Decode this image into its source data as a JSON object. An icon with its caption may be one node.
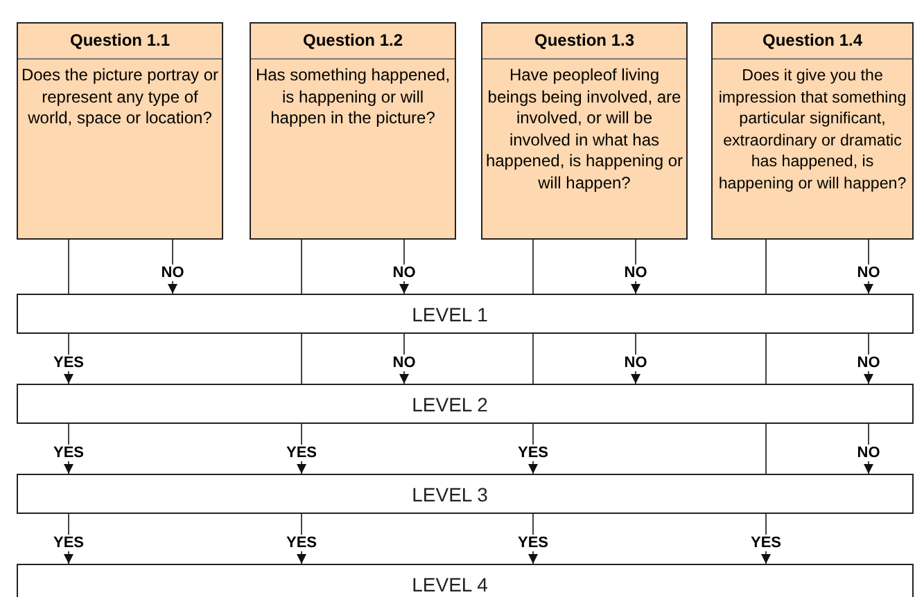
{
  "diagram": {
    "nodes": [
      {
        "text": [
          "Question 1.1",
          "Does the picture portray or represent any type of world, space or location?"
        ]
      },
      {
        "text": [
          "Question 1.2",
          "Has something happened, is happening or will happen in the picture?"
        ]
      },
      {
        "text": [
          "Question 1.3",
          "Have peopleof living beings being involved, are involved, or will be involved in what has happened, is happening or will happen?"
        ]
      },
      {
        "text": [
          "Question 1.4",
          "Does it give you the impression that something particular significant, extraordinary or dramatic has happened, is happening or will happen?"
        ]
      },
      {
        "text": [
          "LEVEL 1"
        ]
      },
      {
        "text": [
          "LEVEL 2"
        ]
      },
      {
        "text": [
          "LEVEL 3"
        ]
      },
      {
        "text": [
          "LEVEL 4"
        ]
      }
    ],
    "edges": [
      {
        "from": 0,
        "to": 4,
        "arrow": "none"
      },
      {
        "from": 0,
        "to": 4,
        "arrow": "to",
        "label": "NO"
      },
      {
        "from": 1,
        "to": 4,
        "arrow": "none"
      },
      {
        "from": 1,
        "to": 4,
        "arrow": "to",
        "label": "NO"
      },
      {
        "from": 2,
        "to": 4,
        "arrow": "none"
      },
      {
        "from": 2,
        "to": 4,
        "arrow": "to",
        "label": "NO"
      },
      {
        "from": 3,
        "to": 4,
        "arrow": "none"
      },
      {
        "from": 3,
        "to": 4,
        "arrow": "to",
        "label": "NO"
      },
      {
        "from": 4,
        "to": 5,
        "arrow": "to",
        "label": "YES"
      },
      {
        "from": 4,
        "to": 5,
        "arrow": "none"
      },
      {
        "from": 4,
        "to": 5,
        "arrow": "to",
        "label": "NO"
      },
      {
        "from": 4,
        "to": 5,
        "arrow": "none"
      },
      {
        "from": 4,
        "to": 5,
        "arrow": "to",
        "label": "NO"
      },
      {
        "from": 4,
        "to": 5,
        "arrow": "none"
      },
      {
        "from": 4,
        "to": 5,
        "arrow": "to",
        "label": "NO"
      },
      {
        "from": 5,
        "to": 6,
        "arrow": "to",
        "label": "YES"
      },
      {
        "from": 5,
        "to": 6,
        "arrow": "to",
        "label": "YES"
      },
      {
        "from": 5,
        "to": 6,
        "arrow": "to",
        "label": "YES"
      },
      {
        "from": 5,
        "to": 6,
        "arrow": "none"
      },
      {
        "from": 5,
        "to": 6,
        "arrow": "to",
        "label": "NO"
      },
      {
        "from": 6,
        "to": 7,
        "arrow": "to",
        "label": "YES"
      },
      {
        "from": 6,
        "to": 7,
        "arrow": "to",
        "label": "YES"
      },
      {
        "from": 6,
        "to": 7,
        "arrow": "to",
        "label": "YES"
      },
      {
        "from": 6,
        "to": 7,
        "arrow": "to",
        "label": "YES"
      }
    ]
  }
}
